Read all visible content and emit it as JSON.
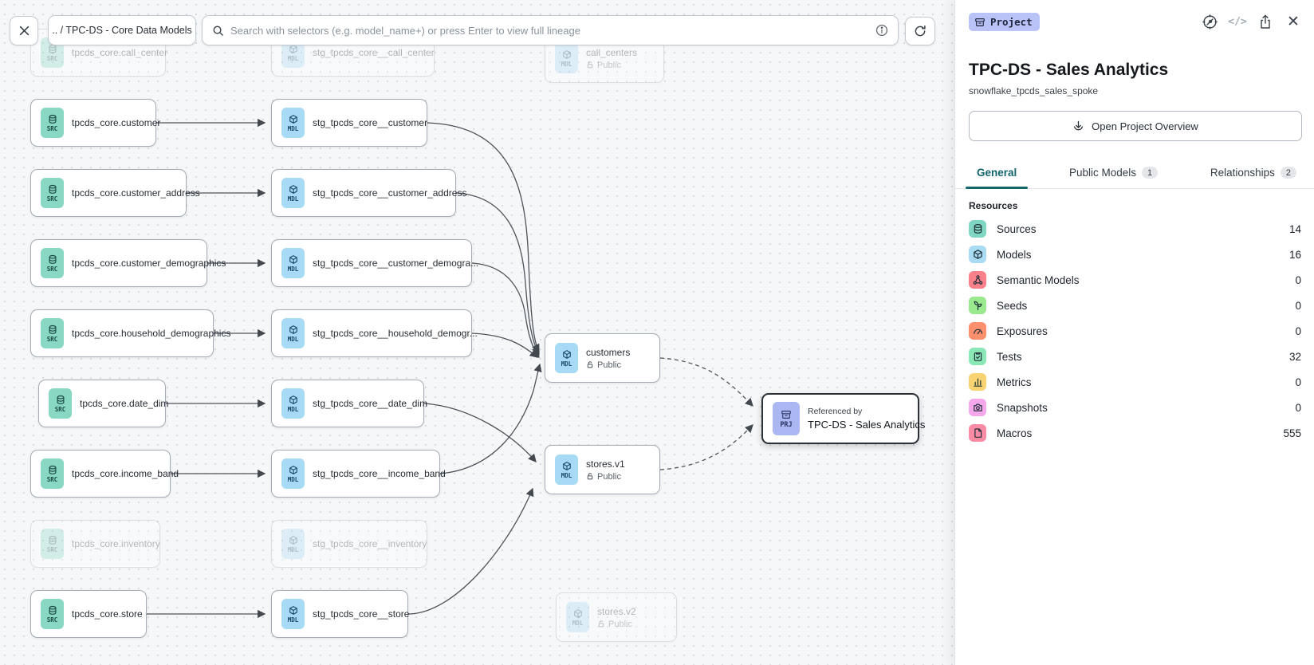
{
  "toolbar": {
    "breadcrumb": ".. / TPC-DS - Core Data Models",
    "search_placeholder": "Search with selectors (e.g. model_name+) or press Enter to view full lineage"
  },
  "canvas": {
    "badge_src": "SRC",
    "badge_mdl": "MDL",
    "badge_prj": "PRJ",
    "rows": [
      {
        "src": "tpcds_core.call_center",
        "mdl": "stg_tpcds_core__call_center"
      },
      {
        "src": "tpcds_core.customer",
        "mdl": "stg_tpcds_core__customer"
      },
      {
        "src": "tpcds_core.customer_address",
        "mdl": "stg_tpcds_core__customer_address"
      },
      {
        "src": "tpcds_core.customer_demographics",
        "mdl": "stg_tpcds_core__customer_demogra..."
      },
      {
        "src": "tpcds_core.household_demographics",
        "mdl": "stg_tpcds_core__household_demogr..."
      },
      {
        "src": "tpcds_core.date_dim",
        "mdl": "stg_tpcds_core__date_dim"
      },
      {
        "src": "tpcds_core.income_band",
        "mdl": "stg_tpcds_core__income_band"
      },
      {
        "src": "tpcds_core.inventory",
        "mdl": "stg_tpcds_core__inventory"
      },
      {
        "src": "tpcds_core.store",
        "mdl": "stg_tpcds_core__store"
      }
    ],
    "public_nodes": {
      "call_centers": {
        "label": "call_centers",
        "access": "Public"
      },
      "customers": {
        "label": "customers",
        "access": "Public"
      },
      "stores_v1": {
        "label": "stores.v1",
        "access": "Public"
      },
      "stores_v2": {
        "label": "stores.v2",
        "access": "Public"
      }
    },
    "project_node": {
      "caption": "Referenced by",
      "label": "TPC-DS - Sales Analytics"
    }
  },
  "panel": {
    "type_badge": "Project",
    "title": "TPC-DS - Sales Analytics",
    "subtitle": "snowflake_tpcds_sales_spoke",
    "overview_button": "Open Project Overview",
    "accent_color": "#11656c",
    "badge_color": "#b9c3f7",
    "icons": {
      "code_glyph": "</>",
      "close_glyph": "✕"
    },
    "tabs": [
      {
        "label": "General"
      },
      {
        "label": "Public Models",
        "badge": "1"
      },
      {
        "label": "Relationships",
        "badge": "2"
      }
    ],
    "section_title": "Resources",
    "resources": [
      {
        "label": "Sources",
        "count": "14",
        "color": "#7fd6c2"
      },
      {
        "label": "Models",
        "count": "16",
        "color": "#a9dbf5"
      },
      {
        "label": "Semantic Models",
        "count": "0",
        "color": "#f9818a"
      },
      {
        "label": "Seeds",
        "count": "0",
        "color": "#9ae98f"
      },
      {
        "label": "Exposures",
        "count": "0",
        "color": "#fb8f6e"
      },
      {
        "label": "Tests",
        "count": "32",
        "color": "#8ae8b7"
      },
      {
        "label": "Metrics",
        "count": "0",
        "color": "#f9d271"
      },
      {
        "label": "Snapshots",
        "count": "0",
        "color": "#f4a7ea"
      },
      {
        "label": "Macros",
        "count": "555",
        "color": "#f98ba5"
      }
    ]
  }
}
